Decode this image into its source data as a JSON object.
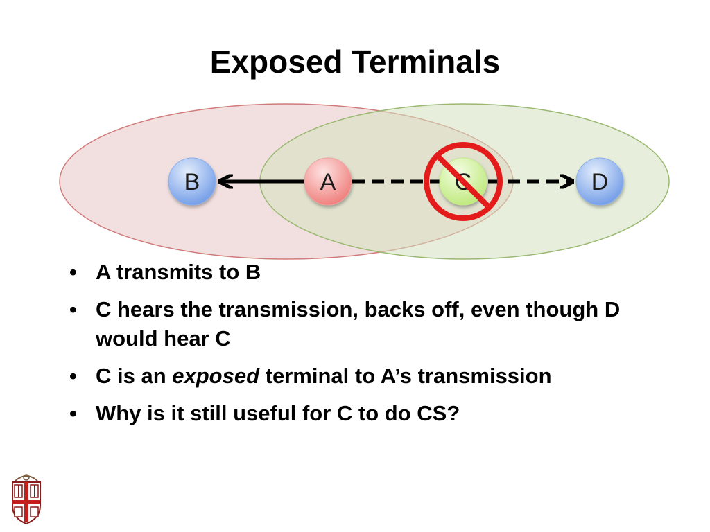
{
  "title": "Exposed Terminals",
  "diagram": {
    "nodes": [
      {
        "id": "B",
        "label": "B",
        "color": "#7ea6ea"
      },
      {
        "id": "A",
        "label": "A",
        "color": "#f08a88"
      },
      {
        "id": "C",
        "label": "C",
        "color": "#c9ef8e",
        "blocked": true
      },
      {
        "id": "D",
        "label": "D",
        "color": "#7ea6ea"
      }
    ],
    "edges": [
      {
        "from": "A",
        "to": "B",
        "style": "solid",
        "directed": true
      },
      {
        "from": "A",
        "to": "D",
        "style": "dashed",
        "directed": true
      }
    ],
    "ranges": [
      {
        "center": "A",
        "color": "#e8b7b7"
      },
      {
        "center": "C",
        "color": "#d6e3c1"
      }
    ],
    "prohibition_color": "#e41b1b"
  },
  "bullets": [
    {
      "parts": [
        {
          "text": "A transmits to B"
        }
      ]
    },
    {
      "parts": [
        {
          "text": "C hears the transmission, backs off, even though D would hear C"
        }
      ]
    },
    {
      "parts": [
        {
          "text": "C is an "
        },
        {
          "text": "exposed",
          "italic": true
        },
        {
          "text": " terminal to A’s transmission"
        }
      ]
    },
    {
      "parts": [
        {
          "text": "Why is it still useful for C to do CS?"
        }
      ]
    }
  ],
  "logo": {
    "name": "brown-university-shield"
  }
}
